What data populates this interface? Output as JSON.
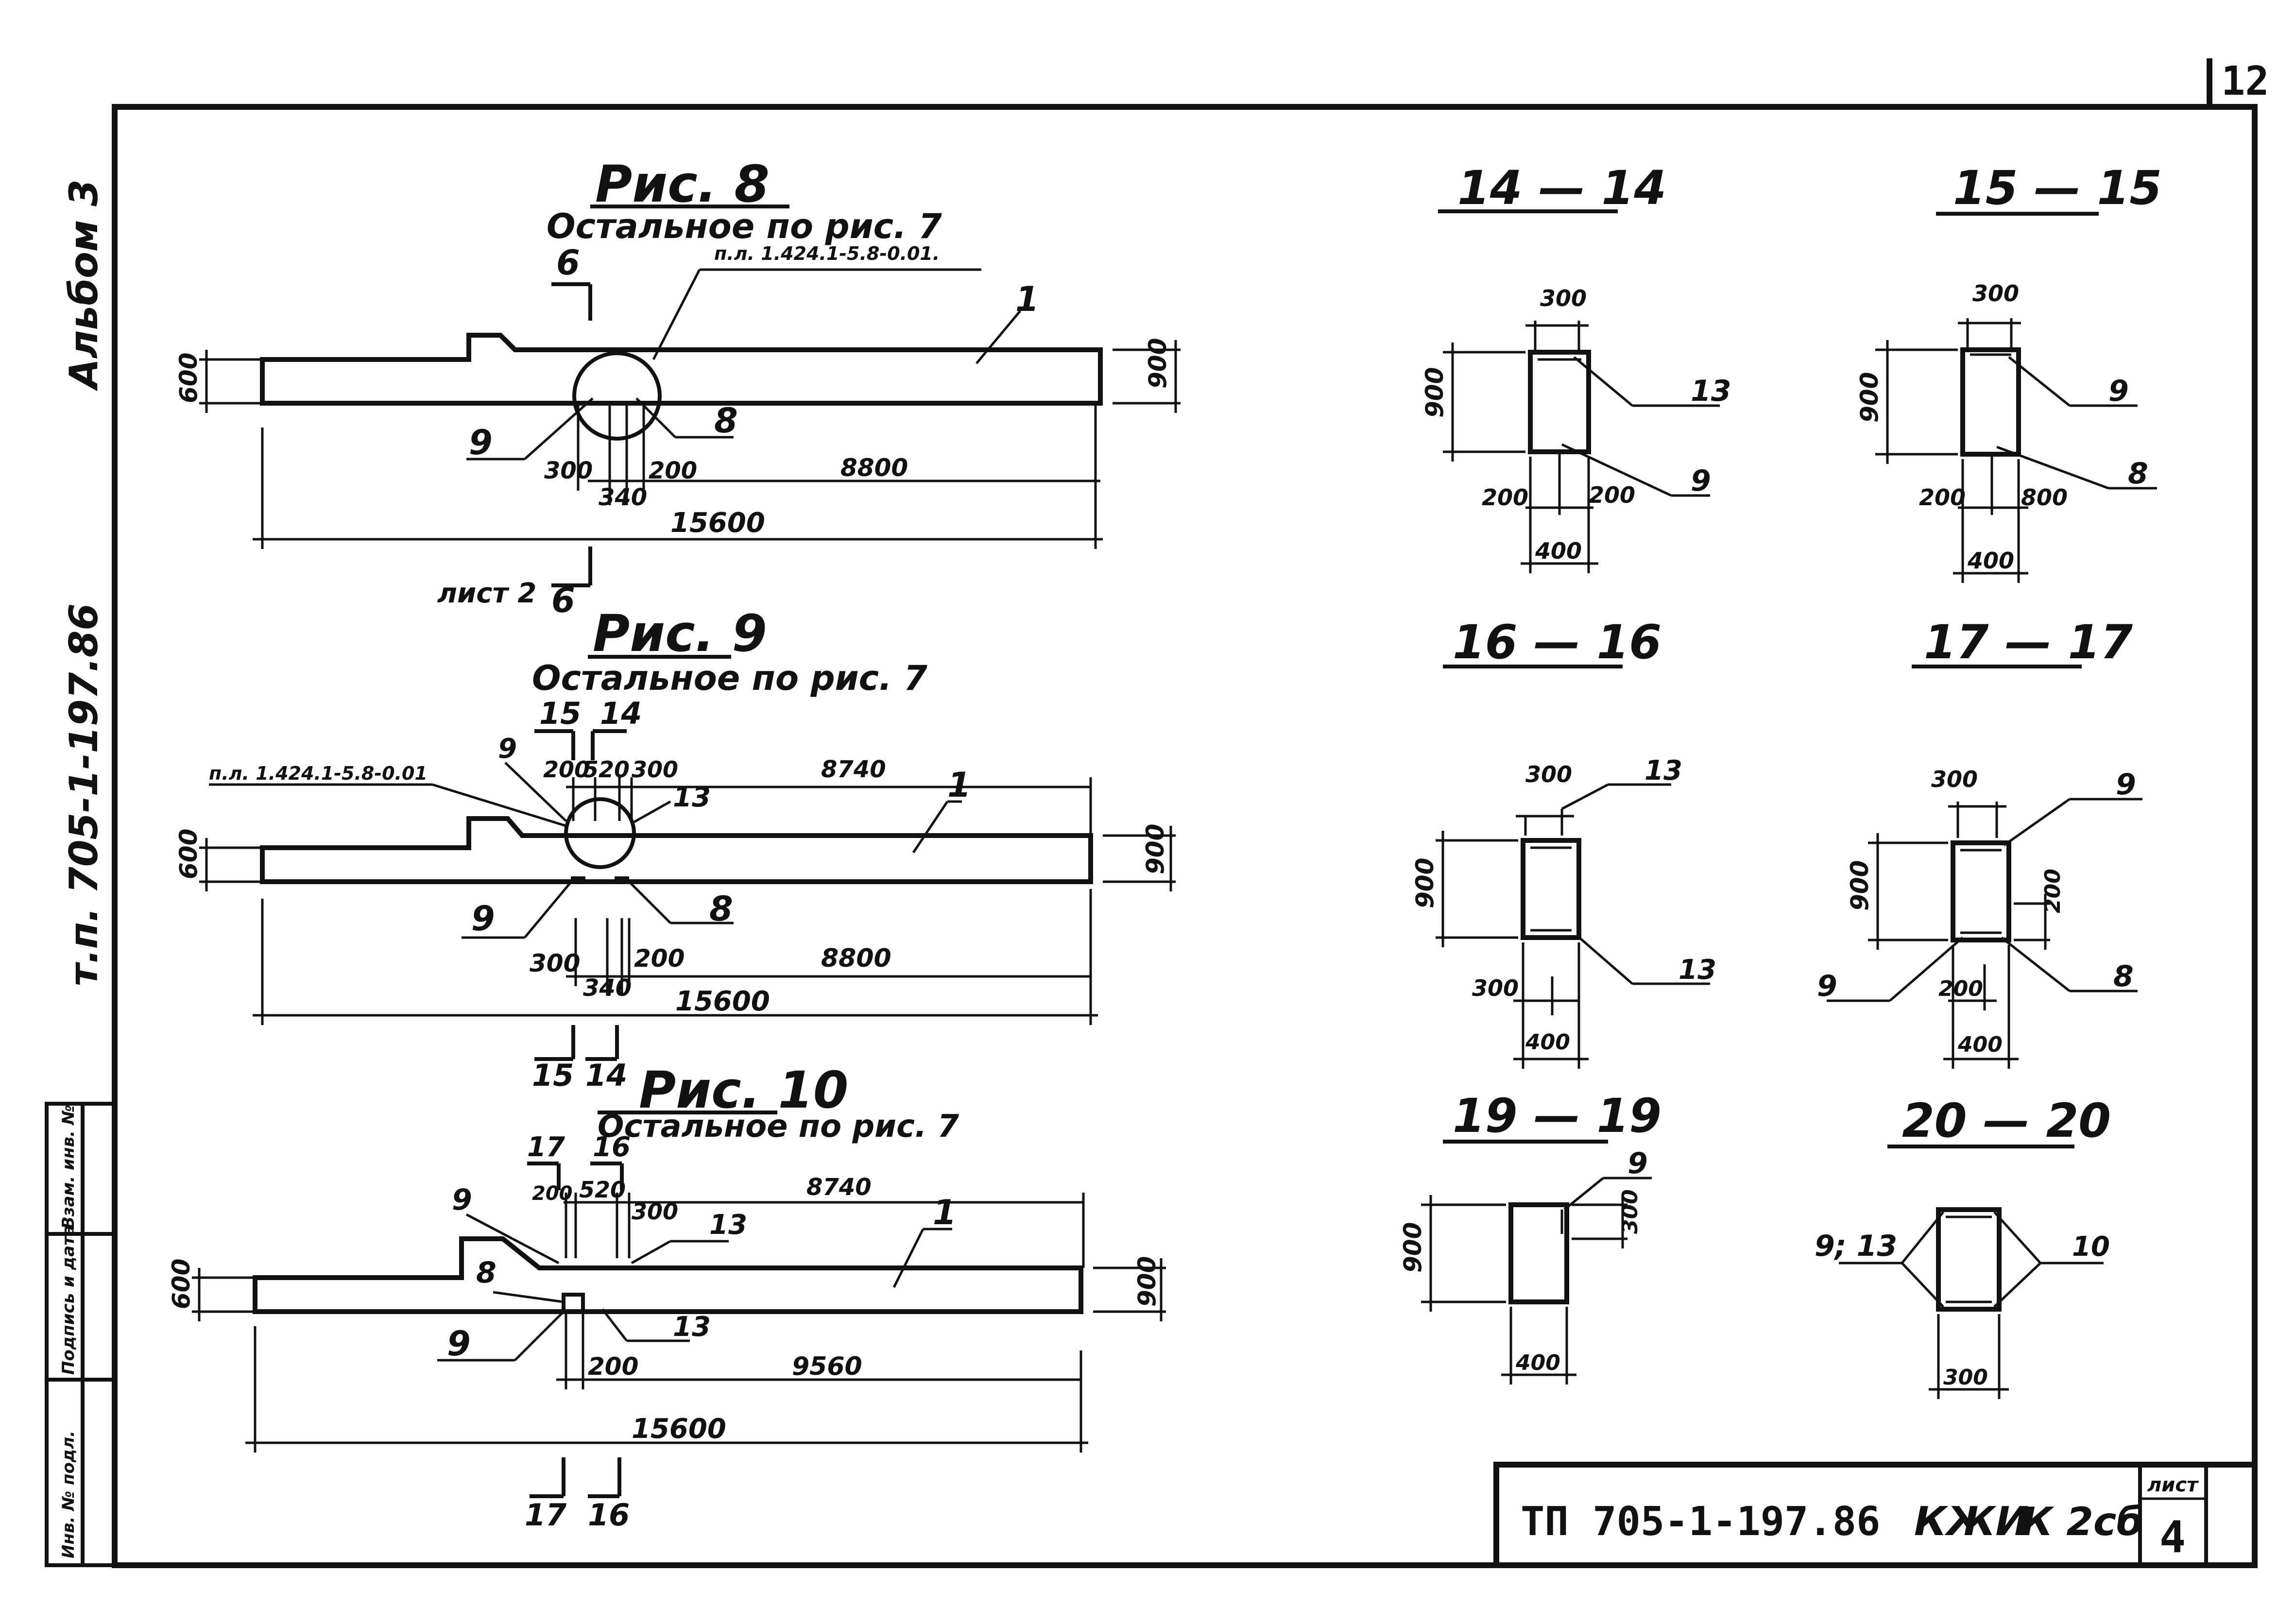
{
  "sheet_corner_number": "12",
  "side": {
    "album": "Альбом 3",
    "project_code": "т.п. 705-1-197.86"
  },
  "stamp_columns": [
    "Инв. № подл.",
    "Подпись и дата",
    "Взам. инв. №"
  ],
  "fig8": {
    "title": "Рис. 8",
    "subtitle": "Остальное по рис. 7",
    "ref_note": "п.л. 1.424.1-5.8-0.01.",
    "section_marker_top": "6",
    "section_marker_bottom": "6",
    "sheet_ref": "лист 2",
    "part_1": "1",
    "part_9": "9",
    "part_8": "8",
    "dims": {
      "h_left": "600",
      "h_right": "900",
      "d300": "300",
      "d340": "340",
      "d200": "200",
      "d8800": "8800",
      "total": "15600"
    }
  },
  "fig9": {
    "title": "Рис. 9",
    "subtitle": "Остальное по рис. 7",
    "ref_note": "п.л. 1.424.1-5.8-0.01",
    "sec15": "15",
    "sec14": "14",
    "part_9_top": "9",
    "part_13": "13",
    "part_1": "1",
    "part_9": "9",
    "part_8": "8",
    "dims": {
      "t200": "200",
      "t520": "520",
      "t300": "300",
      "t8740": "8740",
      "h_left": "600",
      "h_right": "900",
      "d300": "300",
      "d340": "340",
      "d200": "200",
      "d8800": "8800",
      "total": "15600"
    },
    "bottom_sec15": "15",
    "bottom_sec14": "14"
  },
  "fig10": {
    "title": "Рис. 10",
    "subtitle": "Остальное по рис. 7",
    "sec17": "17",
    "sec16": "16",
    "part_9_top": "9",
    "part_13_top": "13",
    "part_1": "1",
    "part_8": "8",
    "part_9": "9",
    "part_13": "13",
    "dims": {
      "t200": "200",
      "t520": "520",
      "t300": "300",
      "t8740": "8740",
      "h_left": "600",
      "h_right": "900",
      "d200": "200",
      "d9560": "9560",
      "total": "15600"
    },
    "bottom_sec17": "17",
    "bottom_sec16": "16"
  },
  "sections": {
    "s14": {
      "title": "14 — 14",
      "w_top": "300",
      "h": "900",
      "l_left": "200",
      "l_right": "200",
      "w": "400",
      "tag_a": "13",
      "tag_b": "9"
    },
    "s15": {
      "title": "15 — 15",
      "w_top": "300",
      "h": "900",
      "l_left": "200",
      "l_right": "800",
      "w": "400",
      "tag_a": "9",
      "tag_b": "8"
    },
    "s16": {
      "title": "16 — 16",
      "w_top": "300",
      "h": "900",
      "l_left": "300",
      "w": "400",
      "tag_a": "13",
      "tag_b": "13"
    },
    "s17": {
      "title": "17 — 17",
      "w_top": "300",
      "h": "900",
      "side": "200",
      "l_left": "200",
      "w": "400",
      "tag_a": "9",
      "tag_b": "9",
      "tag_c": "8"
    },
    "s19": {
      "title": "19 — 19",
      "h": "900",
      "side": "300",
      "w": "400",
      "tag_a": "9"
    },
    "s20": {
      "title": "20 — 20",
      "w": "300",
      "tag_left": "9; 13",
      "tag_right": "10"
    }
  },
  "title_block": {
    "code": "ТП 705-1-197.86",
    "mark": "КЖИ",
    "doc": "К 2сб",
    "sheet_label": "лист",
    "sheet_no": "4"
  }
}
